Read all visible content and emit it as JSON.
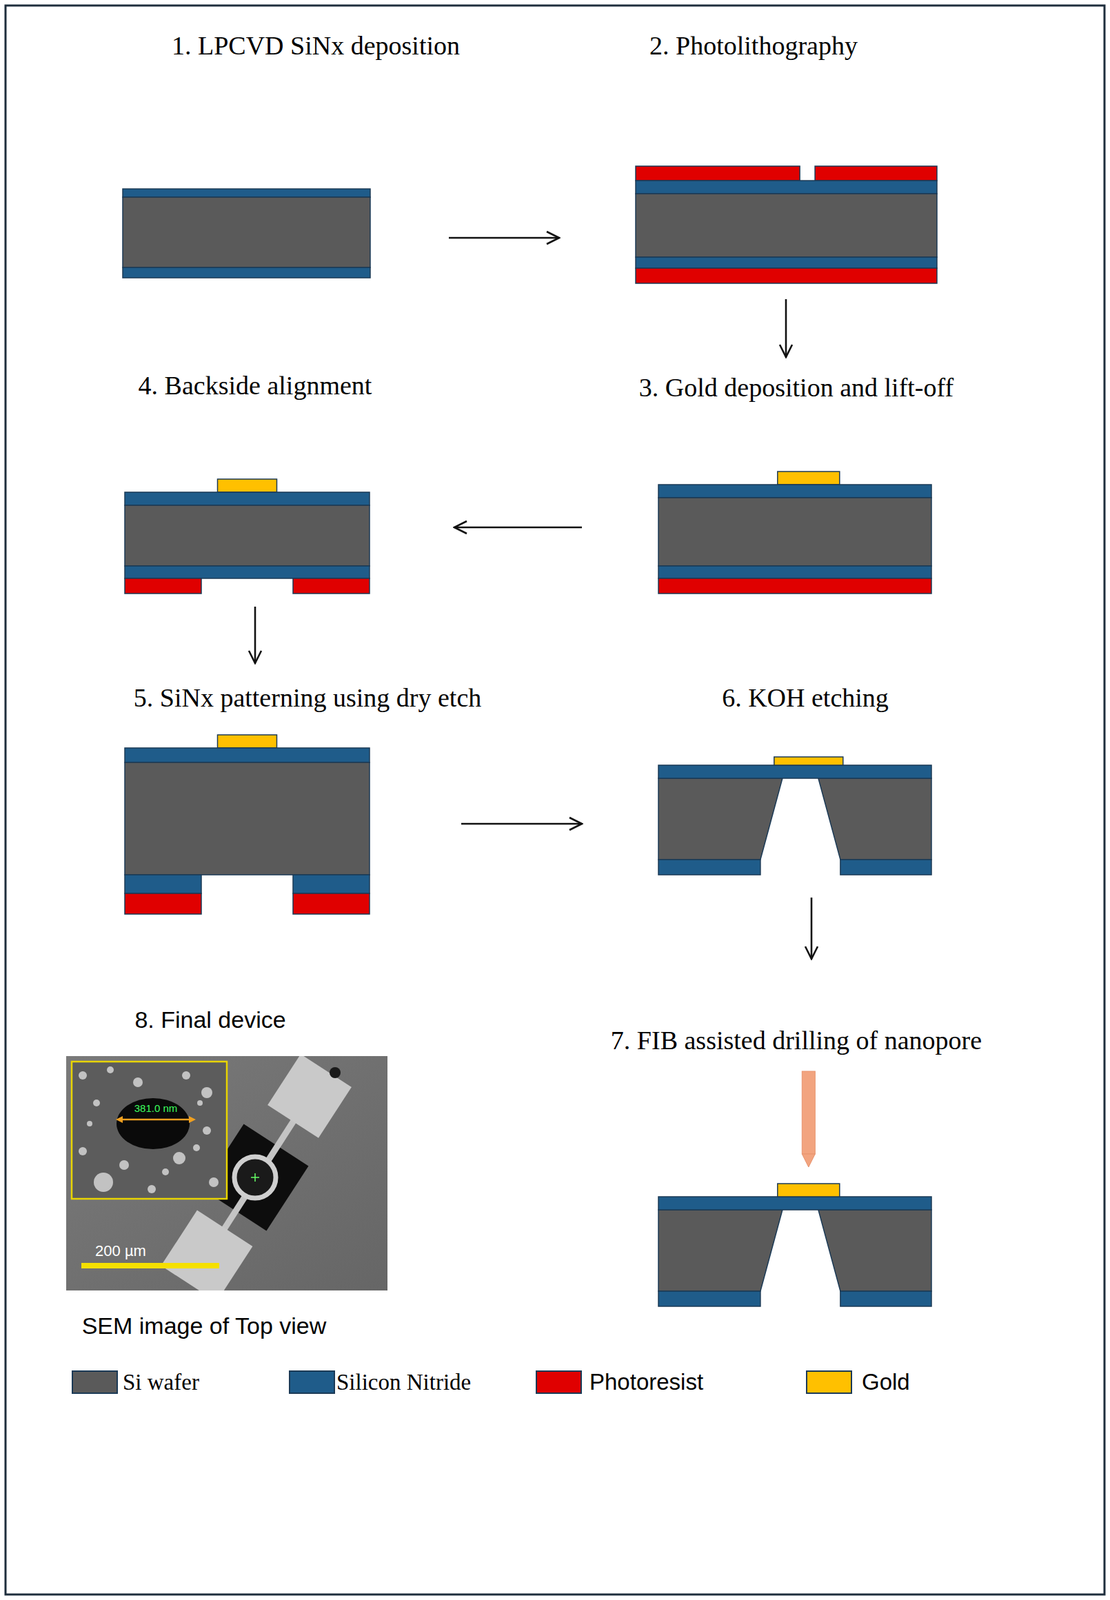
{
  "diagram": {
    "nodes": [
      {
        "text": [
          "1. LPCVD SiNx deposition"
        ]
      },
      {
        "text": [
          "2. Photolithography"
        ]
      },
      {
        "text": [
          "3. Gold deposition and lift-off"
        ]
      },
      {
        "text": [
          "4. Backside alignment"
        ]
      },
      {
        "text": [
          "5. SiNx patterning using dry etch"
        ]
      },
      {
        "text": [
          "6. KOH etching"
        ]
      },
      {
        "text": [
          "7. FIB assisted drilling of nanopore"
        ]
      },
      {
        "text": [
          "8. Final device",
          "SEM image of Top view"
        ]
      }
    ],
    "edges": [
      {
        "from": 0,
        "to": 1,
        "arrow": "to"
      },
      {
        "from": 1,
        "to": 2,
        "arrow": "to"
      },
      {
        "from": 2,
        "to": 3,
        "arrow": "to"
      },
      {
        "from": 3,
        "to": 4,
        "arrow": "to"
      },
      {
        "from": 4,
        "to": 5,
        "arrow": "to"
      },
      {
        "from": 5,
        "to": 6,
        "arrow": "to"
      }
    ],
    "labels": [
      "381.0 nm",
      "200 µm"
    ],
    "legend": [
      {
        "text": "Si wafer",
        "color": "#5a5a5a"
      },
      {
        "text": "Silicon Nitride",
        "color": "#1f5c8a"
      },
      {
        "text": "Photoresist",
        "color": "#e00000"
      },
      {
        "text": "Gold",
        "color": "#ffc000"
      }
    ]
  }
}
